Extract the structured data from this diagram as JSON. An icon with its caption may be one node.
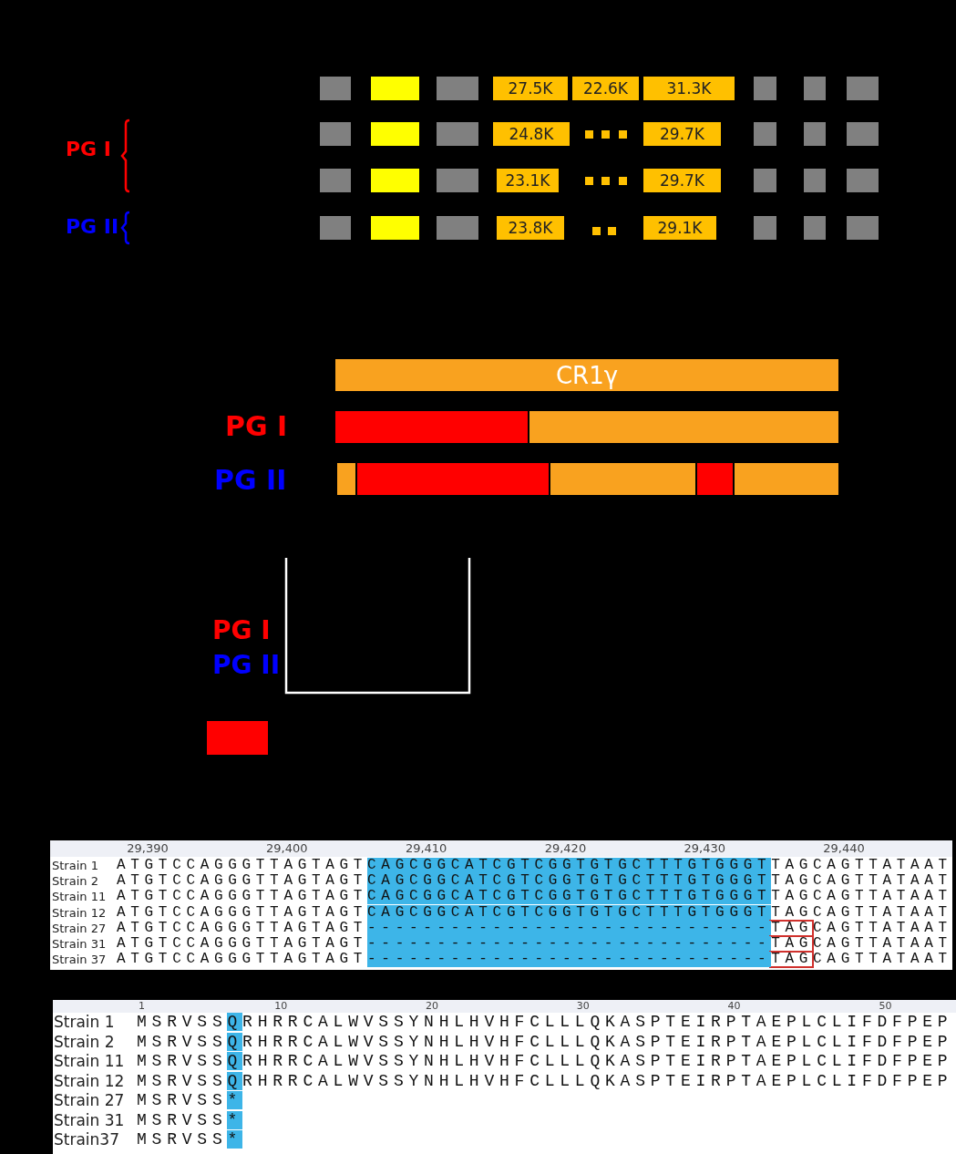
{
  "diagram": {
    "nodes": [
      {
        "text": [],
        "shape": "box"
      },
      {
        "text": [],
        "shape": "box"
      },
      {
        "text": [],
        "shape": "box"
      },
      {
        "text": [
          "27.5K"
        ]
      },
      {
        "text": [
          "22.6K"
        ]
      },
      {
        "text": [
          "31.3K"
        ]
      },
      {
        "text": [],
        "shape": "box"
      },
      {
        "text": [],
        "shape": "box"
      },
      {
        "text": [],
        "shape": "box"
      },
      {
        "text": [],
        "shape": "box"
      },
      {
        "text": [],
        "shape": "box"
      },
      {
        "text": [],
        "shape": "box"
      },
      {
        "text": [
          "24.8K"
        ]
      },
      {
        "text": [
          "29.7K"
        ]
      },
      {
        "text": [],
        "shape": "box"
      },
      {
        "text": [],
        "shape": "box"
      },
      {
        "text": [],
        "shape": "box"
      },
      {
        "text": [],
        "shape": "box"
      },
      {
        "text": [],
        "shape": "box"
      },
      {
        "text": [],
        "shape": "box"
      },
      {
        "text": [
          "23.1K"
        ]
      },
      {
        "text": [
          "29.7K"
        ]
      },
      {
        "text": [],
        "shape": "box"
      },
      {
        "text": [],
        "shape": "box"
      },
      {
        "text": [],
        "shape": "box"
      },
      {
        "text": [],
        "shape": "box"
      },
      {
        "text": [],
        "shape": "box"
      },
      {
        "text": [],
        "shape": "box"
      },
      {
        "text": [
          "23.8K"
        ]
      },
      {
        "text": [
          "29.1K"
        ]
      },
      {
        "text": [],
        "shape": "box"
      },
      {
        "text": [],
        "shape": "box"
      },
      {
        "text": [],
        "shape": "box"
      },
      {
        "text": [
          "CR1γ"
        ]
      },
      {
        "text": [],
        "shape": "bar"
      },
      {
        "text": [],
        "shape": "bar"
      },
      {
        "text": [],
        "shape": "bar"
      },
      {
        "text": [],
        "shape": "bar"
      },
      {
        "text": [],
        "shape": "bar"
      },
      {
        "text": [],
        "shape": "bar"
      },
      {
        "text": [],
        "shape": "bar"
      },
      {
        "text": [],
        "shape": "box"
      }
    ],
    "labels": [
      "PG I",
      "PG II",
      "PG I",
      "PG II",
      "PG I",
      "PG II",
      "29,390",
      "29,400",
      "29,410",
      "29,420",
      "29,430",
      "29,440",
      "Strain 1",
      "ATGTCCAGGGTTAGTAGTCAGCGGCATCGTCGGTGTGCTTTGTGGGTTAGCAGTTATAAT",
      "Strain 2",
      "ATGTCCAGGGTTAGTAGTCAGCGGCATCGTCGGTGTGCTTTGTGGGTTAGCAGTTATAAT",
      "Strain 11",
      "ATGTCCAGGGTTAGTAGTCAGCGGCATCGTCGGTGTGCTTTGTGGGTTAGCAGTTATAAT",
      "Strain 12",
      "ATGTCCAGGGTTAGTAGTCAGCGGCATCGTCGGTGTGCTTTGTGGGTTAGCAGTTATAAT",
      "Strain 27",
      "ATGTCCAGGGTTAGTAGT-----------------------------TAGCAGTTATAAT",
      "Strain 31",
      "ATGTCCAGGGTTAGTAGT-----------------------------TAGCAGTTATAAT",
      "Strain 37",
      "ATGTCCAGGGTTAGTAGT-----------------------------TAGCAGTTATAAT",
      "1",
      "10",
      "20",
      "30",
      "40",
      "50",
      "Strain 1",
      "MSRVSSQRHRRCALWVSSYNHLHVHFCLLLQKASPTEIRPTAEPLCLIFDFPEP",
      "Strain 2",
      "MSRVSSQRHRRCALWVSSYNHLHVHFCLLLQKASPTEIRPTAEPLCLIFDFPEP",
      "Strain 11",
      "MSRVSSQRHRRCALWVSSYNHLHVHFCLLLQKASPTEIRPTAEPLCLIFDFPEP",
      "Strain 12",
      "MSRVSSQRHRRCALWVSSYNHLHVHFCLLLQKASPTEIRPTAEPLCLIFDFPEP",
      "Strain 27",
      "MSRVSS*",
      "Strain 31",
      "MSRVSS*",
      "Strain37",
      "MSRVSS*"
    ]
  }
}
